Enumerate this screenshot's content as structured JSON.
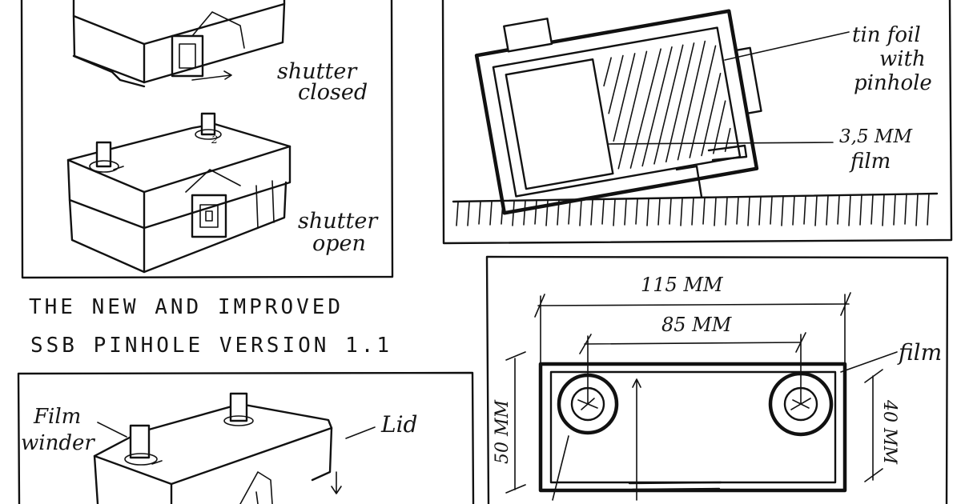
{
  "colors": {
    "ink": "#111111",
    "paper": "#ffffff"
  },
  "sketch_labels": {
    "shutter_closed": [
      "shutter",
      "closed"
    ],
    "shutter_open": [
      "shutter",
      "open"
    ],
    "tin_foil": [
      "tin foil",
      "with",
      "pinhole"
    ],
    "film_35": [
      "3,5 MM",
      "film"
    ],
    "film_winder": [
      "Film",
      "winder"
    ],
    "lid": "Lid",
    "film_side": "film"
  },
  "title": {
    "line1": "THE NEW AND IMPROVED",
    "line2": "SSB PINHOLE VERSION 1.1"
  },
  "dimensions": {
    "outer_width": "115 MM",
    "inner_width": "85 MM",
    "height_outer": "50 MM",
    "height_inner": "40 MM"
  },
  "markers": {
    "winder_number": "2"
  }
}
